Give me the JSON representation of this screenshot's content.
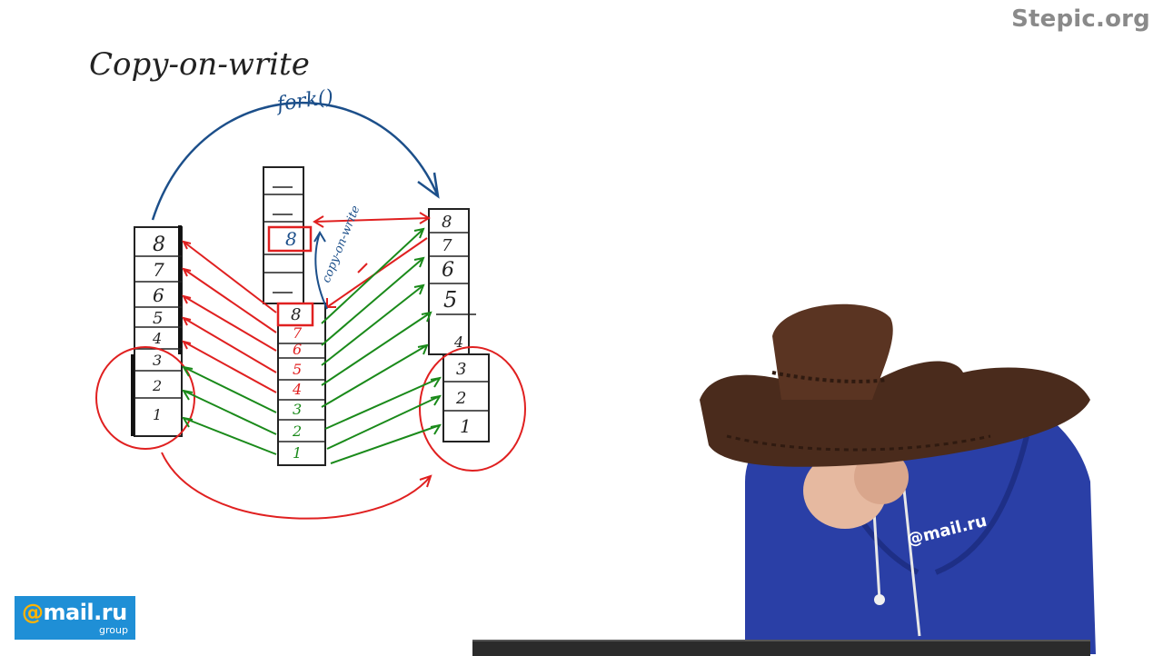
{
  "watermark": "Stepic.org",
  "title": "Copy-on-write",
  "fork_label": "fork()",
  "cow_label": "copy-on-write",
  "left_column": [
    "8",
    "7",
    "6",
    "5",
    "4",
    "3",
    "2",
    "1"
  ],
  "middle_top": [
    "8"
  ],
  "middle_column": [
    "8",
    "7",
    "6",
    "5",
    "4",
    "3",
    "2",
    "1"
  ],
  "right_column": [
    "8",
    "7",
    "6",
    "5",
    "4",
    "3",
    "2",
    "1"
  ],
  "logo": {
    "at": "@",
    "main": "mail.ru",
    "sub": "group"
  },
  "hoodie_logo": "@mail.ru",
  "colors": {
    "red": "#e02020",
    "green": "#1a8a1a",
    "blue": "#1c4f8a",
    "ink": "#222222",
    "logo_bg": "#1f8fd6"
  }
}
